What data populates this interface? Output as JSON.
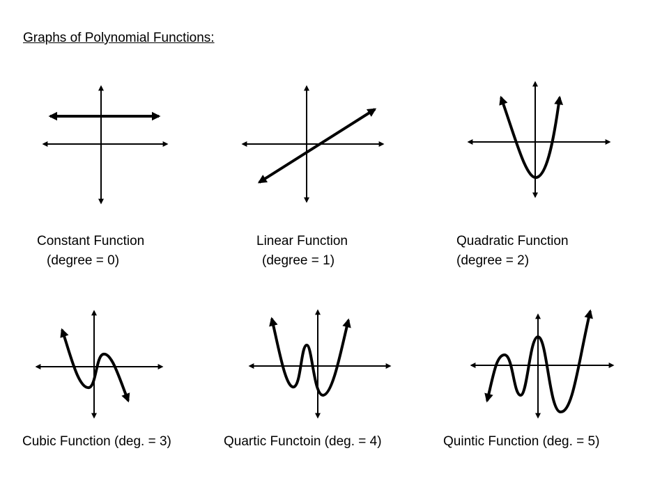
{
  "title": "Graphs of Polynomial Functions:",
  "graphs": [
    {
      "name": "Constant Function",
      "degree_text": "(degree = 0)",
      "degree": 0
    },
    {
      "name": "Linear Function",
      "degree_text": "(degree = 1)",
      "degree": 1
    },
    {
      "name": "Quadratic Function",
      "degree_text": "(degree = 2)",
      "degree": 2
    },
    {
      "label": "Cubic Function (deg. = 3)",
      "degree": 3
    },
    {
      "label": "Quartic Functoin (deg. = 4)",
      "degree": 4
    },
    {
      "label": "Quintic Function (deg. = 5)",
      "degree": 5
    }
  ]
}
